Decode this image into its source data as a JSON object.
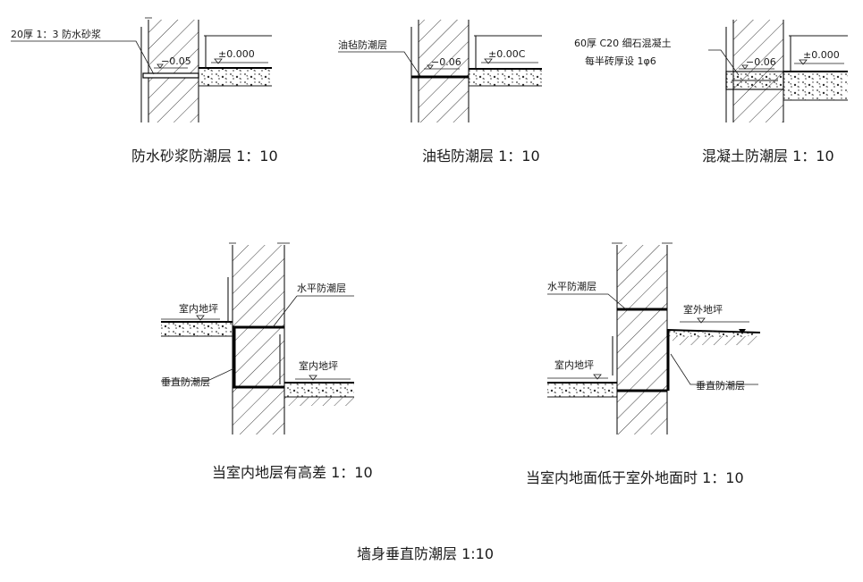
{
  "diagrams": {
    "mortar": {
      "caption": "防水砂浆防潮层 1：10",
      "note": "20厚 1：3 防水砂浆",
      "level_low": "−0.05",
      "level_high": "±0.000"
    },
    "felt": {
      "caption": "油毡防潮层 1：10",
      "note": "油毡防潮层",
      "level_low": "−0.06",
      "level_high": "±0.00C"
    },
    "concrete": {
      "caption": "混凝土防潮层 1：10",
      "note_line1": "60厚 C20 细石混凝土",
      "note_line2": "每半砖厚设 1φ6",
      "level_low": "−0.06",
      "level_high": "±0.000"
    },
    "height_diff": {
      "caption": "当室内地层有高差 1：10",
      "indoor_floor_left": "室内地坪",
      "horizontal_course": "水平防潮层",
      "indoor_floor_right": "室内地坪",
      "vertical_course": "垂直防潮层"
    },
    "below_outdoor": {
      "caption": "当室内地面低于室外地面时 1：10",
      "horizontal_course": "水平防潮层",
      "outdoor_grade": "室外地坪",
      "indoor_floor": "室内地坪",
      "vertical_course": "垂直防潮层"
    }
  },
  "page_title": "墙身垂直防潮层 1:10"
}
